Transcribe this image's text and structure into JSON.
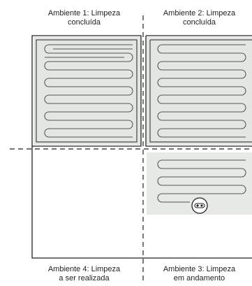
{
  "rooms": [
    {
      "id": 1,
      "label_line1": "Ambiente 1: Limpeza",
      "label_line2": "concluída",
      "status": "cleaned"
    },
    {
      "id": 2,
      "label_line1": "Ambiente 2: Limpeza",
      "label_line2": "concluída",
      "status": "cleaned"
    },
    {
      "id": 3,
      "label_line1": "Ambiente 3: Limpeza",
      "label_line2": "em andamento",
      "status": "in-progress"
    },
    {
      "id": 4,
      "label_line1": "Ambiente 4: Limpeza",
      "label_line2": "a ser realizada",
      "status": "pending"
    }
  ],
  "colors": {
    "cleaned_fill": "#e4e6e4",
    "in_progress_fill": "#e7e9e7",
    "path_stroke": "#555555",
    "wall_stroke": "#222222"
  },
  "icons": {
    "robot": "robot-vacuum-icon"
  }
}
